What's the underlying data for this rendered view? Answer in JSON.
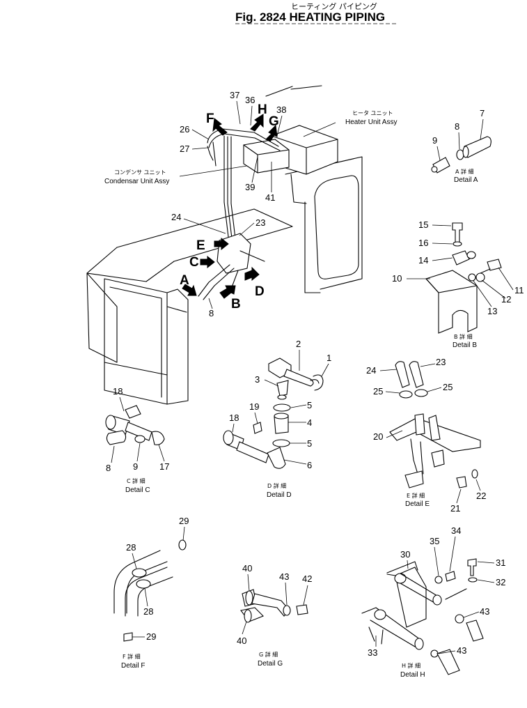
{
  "header": {
    "title_jp": "ヒーティング パイピング",
    "title": "Fig. 2824 HEATING PIPING"
  },
  "callouts": {
    "heater_jp": "ヒータ ユニット",
    "heater": "Heater Unit Assy",
    "condenser_jp": "コンデンサ ユニット",
    "condenser": "Condensar Unit Assy"
  },
  "view_letters": [
    "F",
    "H",
    "G",
    "E",
    "C",
    "A",
    "B",
    "D"
  ],
  "part_numbers": [
    "37",
    "36",
    "38",
    "26",
    "27",
    "39",
    "41",
    "24",
    "23",
    "8",
    "7",
    "9",
    "8",
    "15",
    "16",
    "14",
    "11",
    "10",
    "12",
    "13",
    "2",
    "1",
    "3",
    "5",
    "19",
    "4",
    "18",
    "5",
    "6",
    "18",
    "8",
    "9",
    "17",
    "24",
    "23",
    "25",
    "25",
    "20",
    "21",
    "22",
    "29",
    "28",
    "28",
    "29",
    "40",
    "43",
    "42",
    "40",
    "34",
    "35",
    "30",
    "31",
    "32",
    "43",
    "33",
    "43"
  ],
  "details": [
    {
      "jp": "A 詳 細",
      "label": "Detail A"
    },
    {
      "jp": "B 詳 細",
      "label": "Detail B"
    },
    {
      "jp": "C 詳 細",
      "label": "Detail C"
    },
    {
      "jp": "D 詳 細",
      "label": "Detail D"
    },
    {
      "jp": "E 詳 細",
      "label": "Detail E"
    },
    {
      "jp": "F 詳 細",
      "label": "Detail F"
    },
    {
      "jp": "G 詳 細",
      "label": "Detail G"
    },
    {
      "jp": "H 詳 細",
      "label": "Detail H"
    }
  ]
}
